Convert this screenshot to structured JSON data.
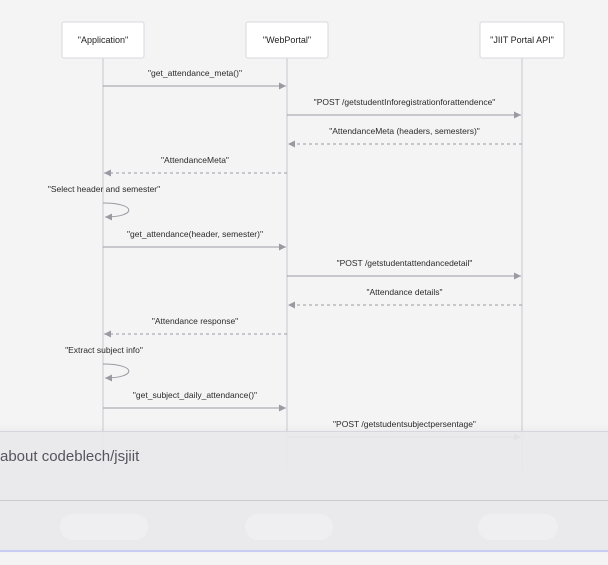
{
  "diagram": {
    "actors": [
      {
        "id": "app",
        "label": "\"Application\""
      },
      {
        "id": "portal",
        "label": "\"WebPortal\""
      },
      {
        "id": "api",
        "label": "\"JIIT Portal API\""
      }
    ],
    "messages": [
      {
        "from": "app",
        "to": "portal",
        "style": "solid",
        "label": "\"get_attendance_meta()\""
      },
      {
        "from": "portal",
        "to": "api",
        "style": "solid",
        "label": "\"POST /getstudentInforegistrationforattendence\""
      },
      {
        "from": "api",
        "to": "portal",
        "style": "dashed",
        "label": "\"AttendanceMeta (headers, semesters)\""
      },
      {
        "from": "portal",
        "to": "app",
        "style": "dashed",
        "label": "\"AttendanceMeta\""
      },
      {
        "from": "app",
        "to": "app",
        "style": "self",
        "label": "\"Select header and semester\""
      },
      {
        "from": "app",
        "to": "portal",
        "style": "solid",
        "label": "\"get_attendance(header, semester)\""
      },
      {
        "from": "portal",
        "to": "api",
        "style": "solid",
        "label": "\"POST /getstudentattendancedetail\""
      },
      {
        "from": "api",
        "to": "portal",
        "style": "dashed",
        "label": "\"Attendance details\""
      },
      {
        "from": "portal",
        "to": "app",
        "style": "dashed",
        "label": "\"Attendance response\""
      },
      {
        "from": "app",
        "to": "app",
        "style": "self",
        "label": "\"Extract subject info\""
      },
      {
        "from": "app",
        "to": "portal",
        "style": "solid",
        "label": "\"get_subject_daily_attendance()\""
      },
      {
        "from": "portal",
        "to": "api",
        "style": "solid",
        "label": "\"POST /getstudentsubjectpersentage\""
      }
    ]
  },
  "overlay": {
    "question": "about codeblech/jsjiit"
  }
}
